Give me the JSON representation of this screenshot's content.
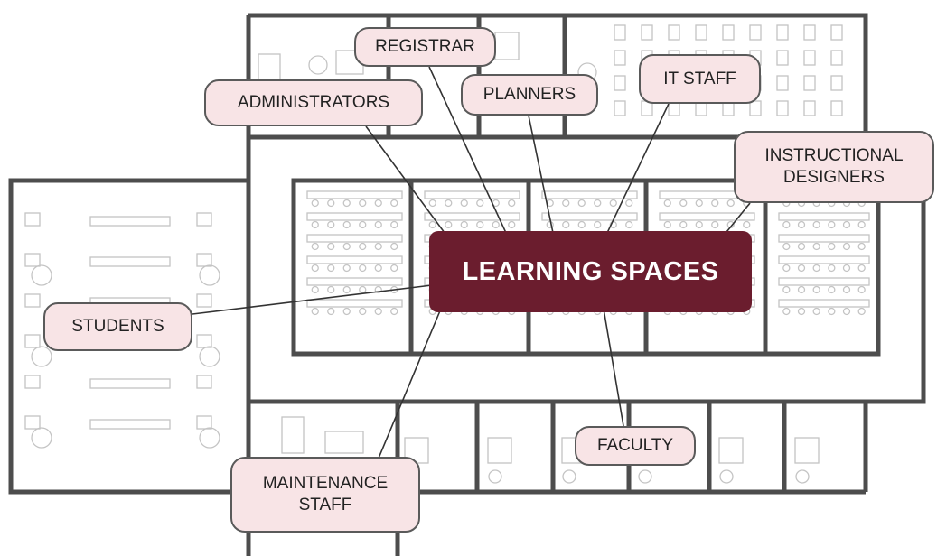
{
  "center_label": "LEARNING SPACES",
  "stakeholders": {
    "registrar": "REGISTRAR",
    "administrators": "ADMINISTRATORS",
    "planners": "PLANNERS",
    "it_staff": "IT STAFF",
    "instructional_designers": "INSTRUCTIONAL\nDESIGNERS",
    "students": "STUDENTS",
    "faculty": "FACULTY",
    "maintenance_staff": "MAINTENANCE\nSTAFF"
  },
  "colors": {
    "center_fill": "#6b1d2e",
    "label_fill": "#f8e4e6",
    "walls": "#4d4d4d",
    "furniture": "#c4c4c4"
  }
}
